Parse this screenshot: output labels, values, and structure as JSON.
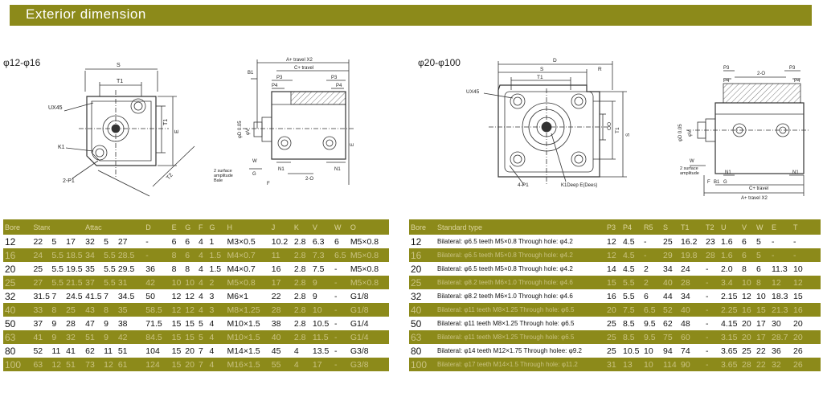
{
  "header": {
    "title": "Exterior dimension"
  },
  "left": {
    "title": "φ12-φ16",
    "labels": {
      "s": "S",
      "t1": "T1",
      "ux45": "UX45",
      "k1": "K1",
      "two_p1": "2-P1",
      "t2": "T2",
      "e": "E",
      "a_travel": "A+ travel X2",
      "c_travel": "C+ travel",
      "b1": "B1",
      "p3": "P3",
      "p4": "P4",
      "w": "W",
      "n1": "N1",
      "g": "G",
      "two_o": "2-O",
      "f": "F",
      "phi_v": "φV",
      "phi_d": "φD 0.05",
      "surface": "2 surface",
      "amplitude": "amplitude",
      "bale": "Bale"
    }
  },
  "right": {
    "title": "φ20-φ100",
    "labels": {
      "d": "D",
      "s": "S",
      "r": "R",
      "t1": "T1",
      "ux45": "UX45",
      "four_p1": "4-P1",
      "k1deep": "K1Deep E(Dees)",
      "s_right": "S",
      "t1_right": "T1",
      "oo": "OO",
      "p3": "P3",
      "two_o": "2-O",
      "p4": "P4",
      "w": "W",
      "n1": "N1",
      "g": "G",
      "b1": "B1",
      "c_travel": "C+ travel",
      "a_travel": "A+ travel X2",
      "f": "F",
      "phi_v": "φV",
      "phi_d": "φD 0.05",
      "surface": "2 surface",
      "amplitude": "amplitude"
    }
  },
  "table1": {
    "headers": [
      "Bore",
      "Standard type",
      "",
      "",
      "Attached magnet type",
      "",
      "",
      "D",
      "E",
      "G",
      "F",
      "G",
      "H",
      "J",
      "K",
      "V",
      "W",
      "O"
    ],
    "rows": [
      [
        "12",
        "22",
        "5",
        "17",
        "32",
        "5",
        "27",
        "-",
        "6",
        "6",
        "4",
        "1",
        "M3×0.5",
        "10.2",
        "2.8",
        "6.3",
        "6",
        "M5×0.8"
      ],
      [
        "16",
        "24",
        "5.5",
        "18.5",
        "34",
        "5.5",
        "28.5",
        "-",
        "8",
        "6",
        "4",
        "1.5",
        "M4×0.7",
        "11",
        "2.8",
        "7.3",
        "6.5",
        "M5×0.8"
      ],
      [
        "20",
        "25",
        "5.5",
        "19.5",
        "35",
        "5.5",
        "29.5",
        "36",
        "8",
        "8",
        "4",
        "1.5",
        "M4×0.7",
        "16",
        "2.8",
        "7.5",
        "-",
        "M5×0.8"
      ],
      [
        "25",
        "27",
        "5.5",
        "21.5",
        "37",
        "5.5",
        "31",
        "42",
        "10",
        "10",
        "4",
        "2",
        "M5×0.8",
        "17",
        "2.8",
        "9",
        "-",
        "M5×0.8"
      ],
      [
        "32",
        "31.5",
        "7",
        "24.5",
        "41.5",
        "7",
        "34.5",
        "50",
        "12",
        "12",
        "4",
        "3",
        "M6×1",
        "22",
        "2.8",
        "9",
        "-",
        "G1/8"
      ],
      [
        "40",
        "33",
        "8",
        "25",
        "43",
        "8",
        "35",
        "58.5",
        "12",
        "12",
        "4",
        "3",
        "M8×1.25",
        "28",
        "2.8",
        "10",
        "-",
        "G1/8"
      ],
      [
        "50",
        "37",
        "9",
        "28",
        "47",
        "9",
        "38",
        "71.5",
        "15",
        "15",
        "5",
        "4",
        "M10×1.5",
        "38",
        "2.8",
        "10.5",
        "-",
        "G1/4"
      ],
      [
        "63",
        "41",
        "9",
        "32",
        "51",
        "9",
        "42",
        "84.5",
        "15",
        "15",
        "5",
        "4",
        "M10×1.5",
        "40",
        "2.8",
        "11.5",
        "-",
        "G1/4"
      ],
      [
        "80",
        "52",
        "11",
        "41",
        "62",
        "11",
        "51",
        "104",
        "15",
        "20",
        "7",
        "4",
        "M14×1.5",
        "45",
        "4",
        "13.5",
        "-",
        "G3/8"
      ],
      [
        "100",
        "63",
        "12",
        "51",
        "73",
        "12",
        "61",
        "124",
        "15",
        "20",
        "7",
        "4",
        "M16×1.5",
        "55",
        "4",
        "17",
        "-",
        "G3/8"
      ]
    ]
  },
  "table2": {
    "headers": [
      "Bore",
      "Standard type",
      "P3",
      "P4",
      "R5",
      "S",
      "T1",
      "T2",
      "U",
      "V",
      "W",
      "E",
      "T"
    ],
    "rows": [
      [
        "12",
        "Bilateral: φ6.5  teeth M5×0.8 Through hole: φ4.2",
        "12",
        "4.5",
        "-",
        "25",
        "16.2",
        "23",
        "1.6",
        "6",
        "5",
        "-",
        "-"
      ],
      [
        "16",
        "Bilateral: φ6.5  teeth M5×0.8 Through hole: φ4.2",
        "12",
        "4.5",
        "-",
        "29",
        "19.8",
        "28",
        "1.6",
        "6",
        "5",
        "-",
        "-"
      ],
      [
        "20",
        "Bilateral: φ6.5  teeth M5×0.8 Through hole: φ4.2",
        "14",
        "4.5",
        "2",
        "34",
        "24",
        "-",
        "2.0",
        "8",
        "6",
        "11.3",
        "10"
      ],
      [
        "25",
        "Bilateral: φ8.2  teeth M6×1.0 Through hole: φ4.6",
        "15",
        "5.5",
        "2",
        "40",
        "28",
        "-",
        "3.4",
        "10",
        "8",
        "12",
        "12"
      ],
      [
        "32",
        "Bilateral: φ8.2  teeth M6×1.0  Through hole: φ4.6",
        "16",
        "5.5",
        "6",
        "44",
        "34",
        "-",
        "2.15",
        "12",
        "10",
        "18.3",
        "15"
      ],
      [
        "40",
        "Bilateral: φ11  teeth M8×1.25 Through hole: φ6.5",
        "20",
        "7.5",
        "6.5",
        "52",
        "40",
        "-",
        "2.25",
        "16",
        "15",
        "21.3",
        "16"
      ],
      [
        "50",
        "Bilateral: φ11  teeth M8×1.25  Through hole: φ6.5",
        "25",
        "8.5",
        "9.5",
        "62",
        "48",
        "-",
        "4.15",
        "20",
        "17",
        "30",
        "20"
      ],
      [
        "63",
        "Bilateral: φ11  teeth M8×1.25 Through hole: φ6.5",
        "25",
        "8.5",
        "9.5",
        "75",
        "60",
        "-",
        "3.15",
        "20",
        "17",
        "28.7",
        "20"
      ],
      [
        "80",
        "Bilateral: φ14  teeth M12×1.75  Through holee: φ9.2",
        "25",
        "10.5",
        "10",
        "94",
        "74",
        "-",
        "3.65",
        "25",
        "22",
        "36",
        "26"
      ],
      [
        "100",
        "Bilateral: φ17  teeth M14×1.5 Through hole: φ11.2",
        "31",
        "13",
        "10",
        "114",
        "90",
        "-",
        "3.65",
        "28",
        "22",
        "32",
        "26"
      ]
    ]
  }
}
